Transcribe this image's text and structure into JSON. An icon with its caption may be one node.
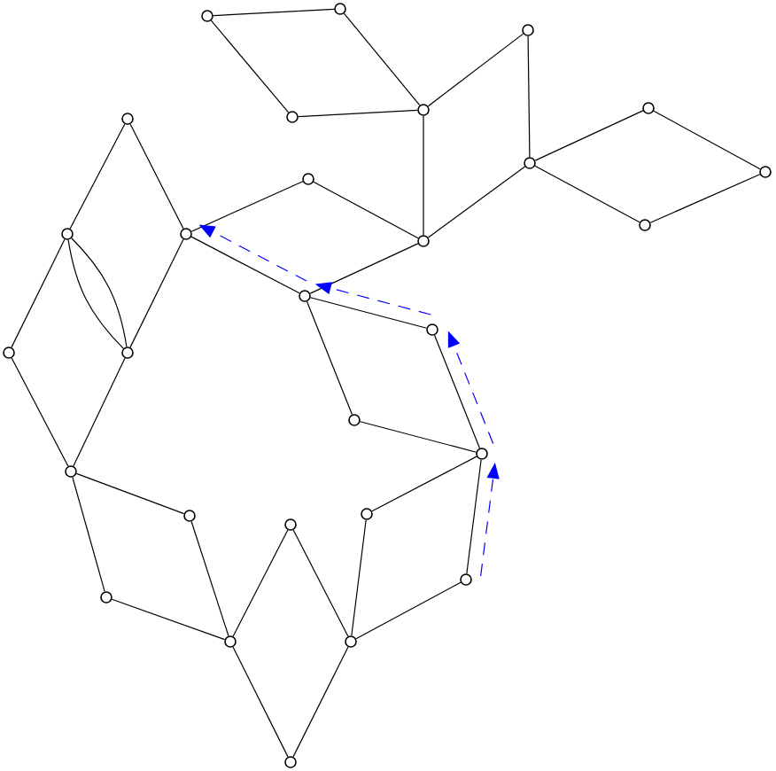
{
  "diagram": {
    "nodes": [
      {
        "text": [],
        "shape": "circle"
      },
      {
        "text": [],
        "shape": "circle"
      },
      {
        "text": [],
        "shape": "circle"
      },
      {
        "text": [],
        "shape": "circle"
      },
      {
        "text": [],
        "shape": "circle"
      },
      {
        "text": [],
        "shape": "circle"
      },
      {
        "text": [],
        "shape": "circle"
      },
      {
        "text": [],
        "shape": "circle"
      },
      {
        "text": [],
        "shape": "circle"
      },
      {
        "text": [],
        "shape": "circle"
      },
      {
        "text": [],
        "shape": "circle"
      },
      {
        "text": [],
        "shape": "circle"
      },
      {
        "text": [],
        "shape": "circle"
      },
      {
        "text": [],
        "shape": "circle"
      },
      {
        "text": [],
        "shape": "circle"
      },
      {
        "text": [],
        "shape": "circle"
      },
      {
        "text": [],
        "shape": "circle"
      },
      {
        "text": [],
        "shape": "circle"
      },
      {
        "text": [],
        "shape": "circle"
      },
      {
        "text": [],
        "shape": "circle"
      },
      {
        "text": [],
        "shape": "circle"
      },
      {
        "text": [],
        "shape": "circle"
      },
      {
        "text": [],
        "shape": "circle"
      },
      {
        "text": [],
        "shape": "circle"
      },
      {
        "text": [],
        "shape": "circle"
      },
      {
        "text": [],
        "shape": "circle"
      },
      {
        "text": [],
        "shape": "circle"
      },
      {
        "text": [],
        "shape": "circle"
      },
      {
        "text": [],
        "shape": "circle"
      }
    ],
    "edges": [
      {
        "from": 1,
        "to": 0,
        "arrow": "none"
      },
      {
        "from": 0,
        "to": 4,
        "arrow": "none"
      },
      {
        "from": 1,
        "to": 5,
        "arrow": "none"
      },
      {
        "from": 5,
        "to": 4,
        "arrow": "none"
      },
      {
        "from": 4,
        "to": 2,
        "arrow": "none"
      },
      {
        "from": 2,
        "to": 7,
        "arrow": "none"
      },
      {
        "from": 4,
        "to": 13,
        "arrow": "none"
      },
      {
        "from": 7,
        "to": 3,
        "arrow": "none"
      },
      {
        "from": 3,
        "to": 8,
        "arrow": "none"
      },
      {
        "from": 8,
        "to": 10,
        "arrow": "none"
      },
      {
        "from": 10,
        "to": 7,
        "arrow": "none"
      },
      {
        "from": 7,
        "to": 13,
        "arrow": "none"
      },
      {
        "from": 12,
        "to": 9,
        "arrow": "none"
      },
      {
        "from": 9,
        "to": 13,
        "arrow": "none"
      },
      {
        "from": 13,
        "to": 14,
        "arrow": "none"
      },
      {
        "from": 12,
        "to": 14,
        "arrow": "none"
      },
      {
        "from": 6,
        "to": 11,
        "arrow": "none"
      },
      {
        "from": 6,
        "to": 12,
        "arrow": "none"
      },
      {
        "from": 11,
        "to": 16,
        "arrow": "none"
      },
      {
        "from": 11,
        "to": 17,
        "arrow": "none"
      },
      {
        "from": 11,
        "to": 17,
        "arrow": "none"
      },
      {
        "from": 12,
        "to": 17,
        "arrow": "none"
      },
      {
        "from": 16,
        "to": 20,
        "arrow": "none"
      },
      {
        "from": 17,
        "to": 20,
        "arrow": "none"
      },
      {
        "from": 14,
        "to": 15,
        "arrow": "none"
      },
      {
        "from": 14,
        "to": 18,
        "arrow": "none"
      },
      {
        "from": 15,
        "to": 19,
        "arrow": "none"
      },
      {
        "from": 18,
        "to": 19,
        "arrow": "none"
      },
      {
        "from": 19,
        "to": 21,
        "arrow": "none"
      },
      {
        "from": 19,
        "to": 24,
        "arrow": "none"
      },
      {
        "from": 20,
        "to": 22,
        "arrow": "none"
      },
      {
        "from": 20,
        "to": 25,
        "arrow": "none"
      },
      {
        "from": 22,
        "to": 26,
        "arrow": "none"
      },
      {
        "from": 25,
        "to": 26,
        "arrow": "none"
      },
      {
        "from": 23,
        "to": 26,
        "arrow": "none"
      },
      {
        "from": 23,
        "to": 27,
        "arrow": "none"
      },
      {
        "from": 21,
        "to": 27,
        "arrow": "none"
      },
      {
        "from": 24,
        "to": 27,
        "arrow": "none"
      },
      {
        "from": 26,
        "to": 28,
        "arrow": "none"
      },
      {
        "from": 27,
        "to": 28,
        "arrow": "none"
      },
      {
        "from": 24,
        "to": 19,
        "arrow": "to",
        "style": "dashed",
        "color": "#0000ff"
      },
      {
        "from": 19,
        "to": 15,
        "arrow": "to",
        "style": "dashed",
        "color": "#0000ff"
      },
      {
        "from": 15,
        "to": 14,
        "arrow": "to",
        "style": "dashed",
        "color": "#0000ff"
      },
      {
        "from": 14,
        "to": 12,
        "arrow": "to",
        "style": "dashed",
        "color": "#0000ff"
      }
    ]
  }
}
